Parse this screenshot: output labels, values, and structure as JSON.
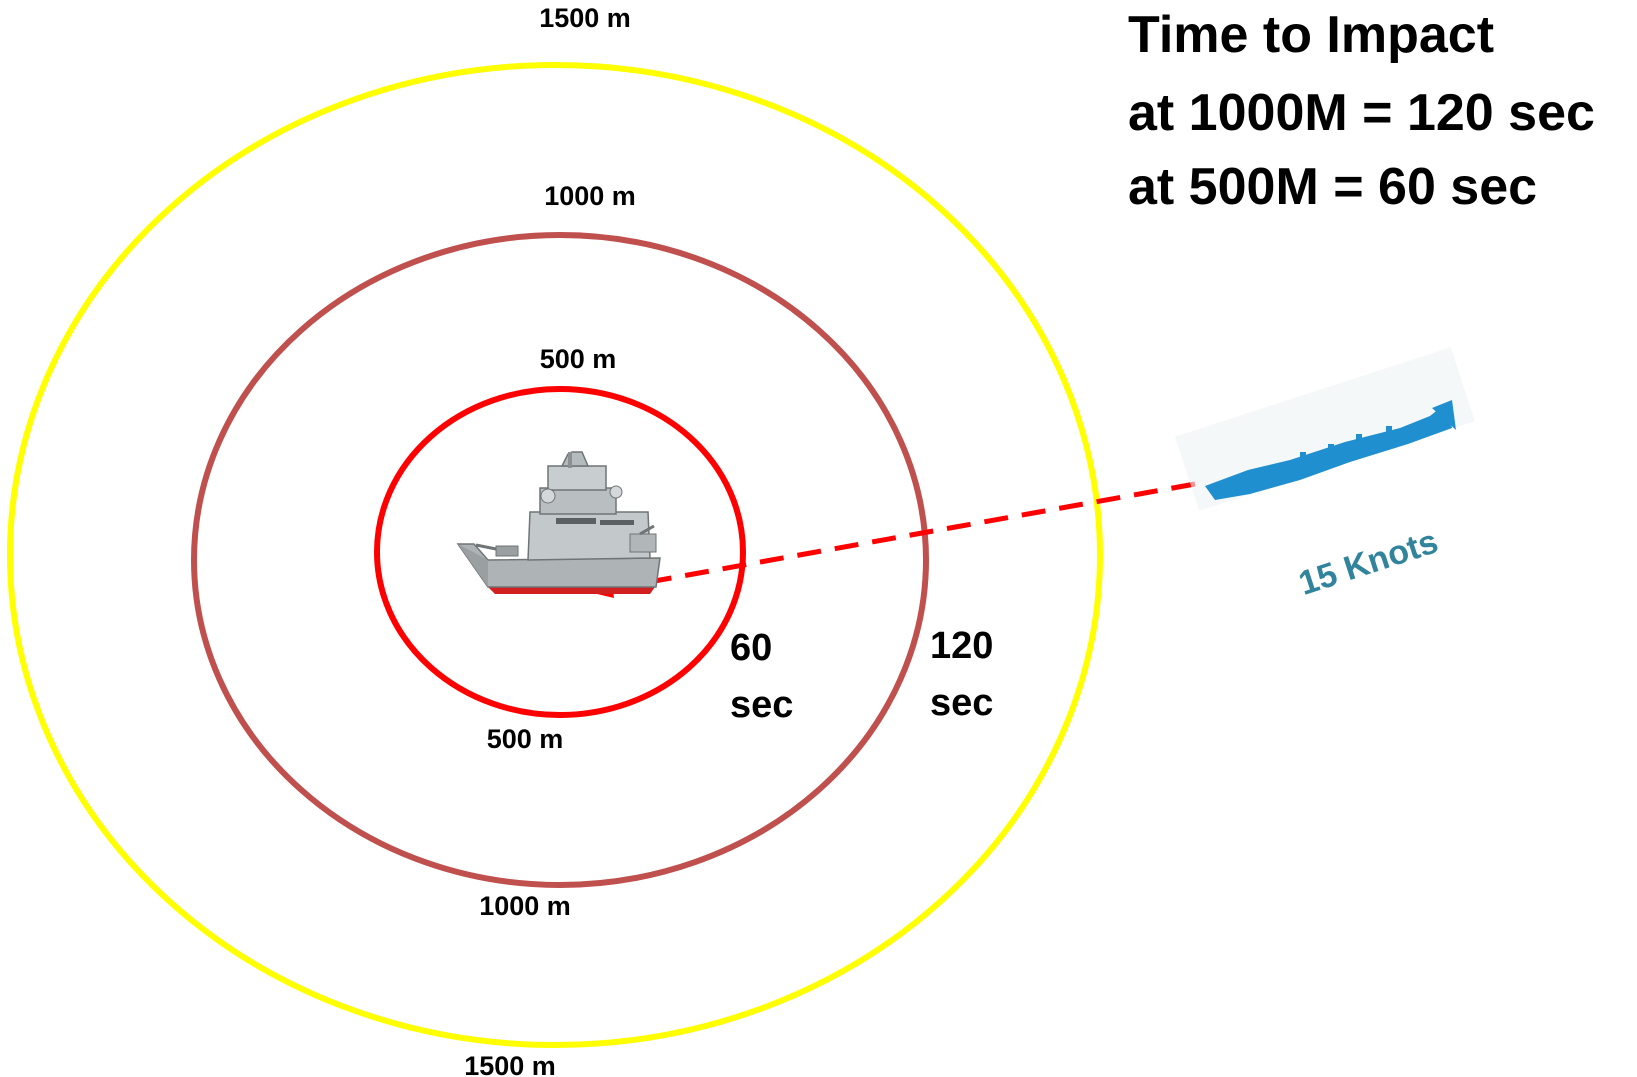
{
  "range_rings": {
    "outer": {
      "top_label": "1500 m",
      "bottom_label": "1500 m",
      "color": "#ffff00"
    },
    "middle": {
      "top_label": "1000 m",
      "bottom_label": "1000 m",
      "color": "#c0504d"
    },
    "inner": {
      "top_label": "500 m",
      "bottom_label": "500 m",
      "color": "#ff0000"
    }
  },
  "ring_times": {
    "inner": {
      "value": "60",
      "unit": "sec"
    },
    "middle": {
      "value": "120",
      "unit": "sec"
    }
  },
  "info_panel": {
    "line1": "Time to Impact",
    "line2": "at 1000M = 120 sec",
    "line3": "at 500M = 60 sec"
  },
  "threat": {
    "speed_label": "15 Knots",
    "speed_color": "#31849b",
    "boat_color": "#1f8fcf"
  },
  "approach_line_color": "#ff0000",
  "icons": {
    "own_ship": "warship-icon",
    "threat": "attack-boat-icon"
  }
}
